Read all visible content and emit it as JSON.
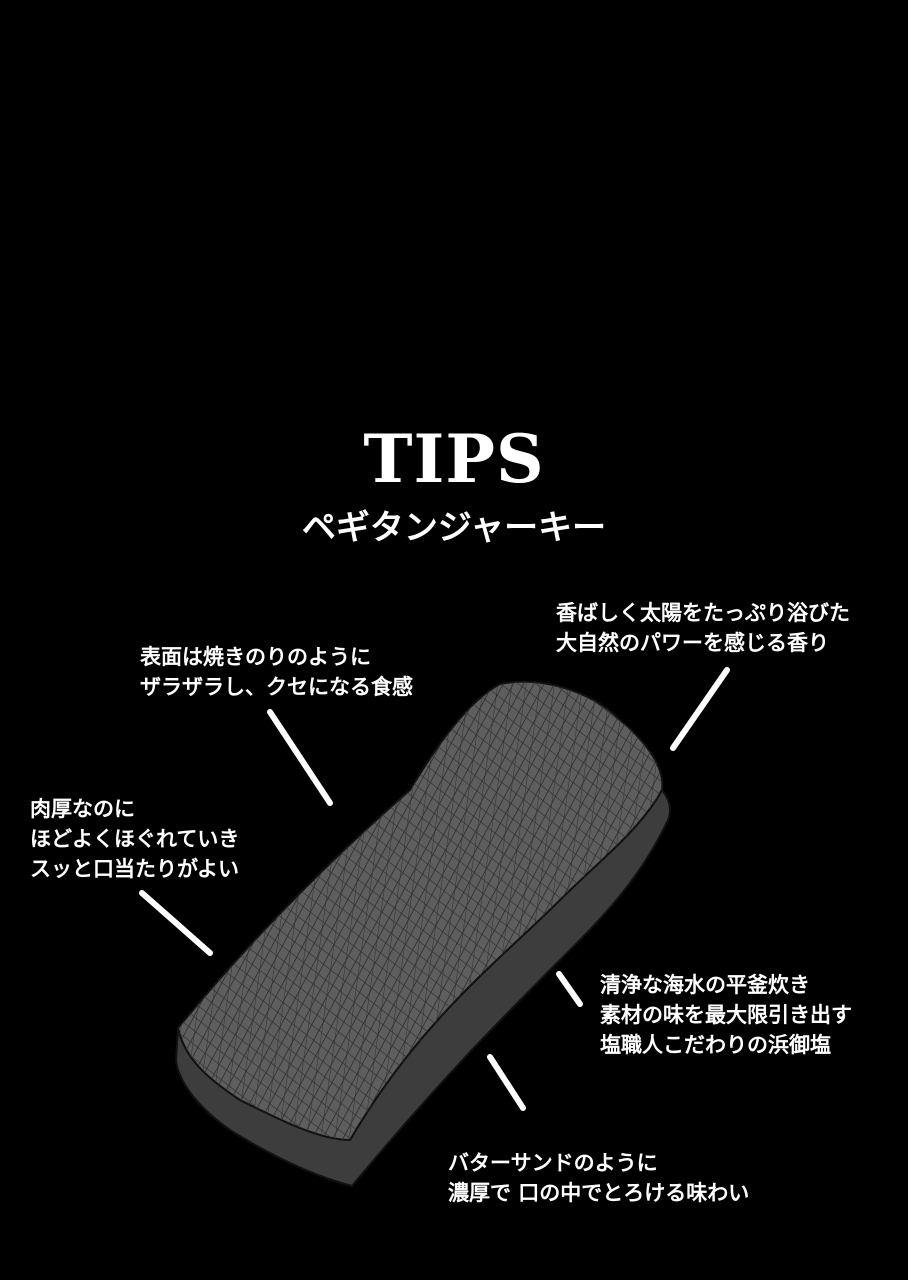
{
  "header": {
    "title": "TIPS",
    "subtitle": "ペギタンジャーキー"
  },
  "notes": {
    "aroma": [
      "香ばしく太陽をたっぷり浴びた",
      "大自然のパワーを感じる香り"
    ],
    "surface": [
      "表面は焼きのりのように",
      "ザラザラし、クセになる食感"
    ],
    "thickness": [
      "肉厚なのに",
      "ほどよくほぐれていき",
      "スッと口当たりがよい"
    ],
    "salt": [
      "清浄な海水の平釜炊き",
      "素材の味を最大限引き出す",
      "塩職人こだわりの浜御塩"
    ],
    "richness": [
      "バターサンドのように",
      "濃厚で 口の中でとろける味わい"
    ]
  },
  "colors": {
    "background": "#000000",
    "text": "#ffffff",
    "jerky_top": "#5a5a5a",
    "jerky_side": "#3a3a3a"
  }
}
